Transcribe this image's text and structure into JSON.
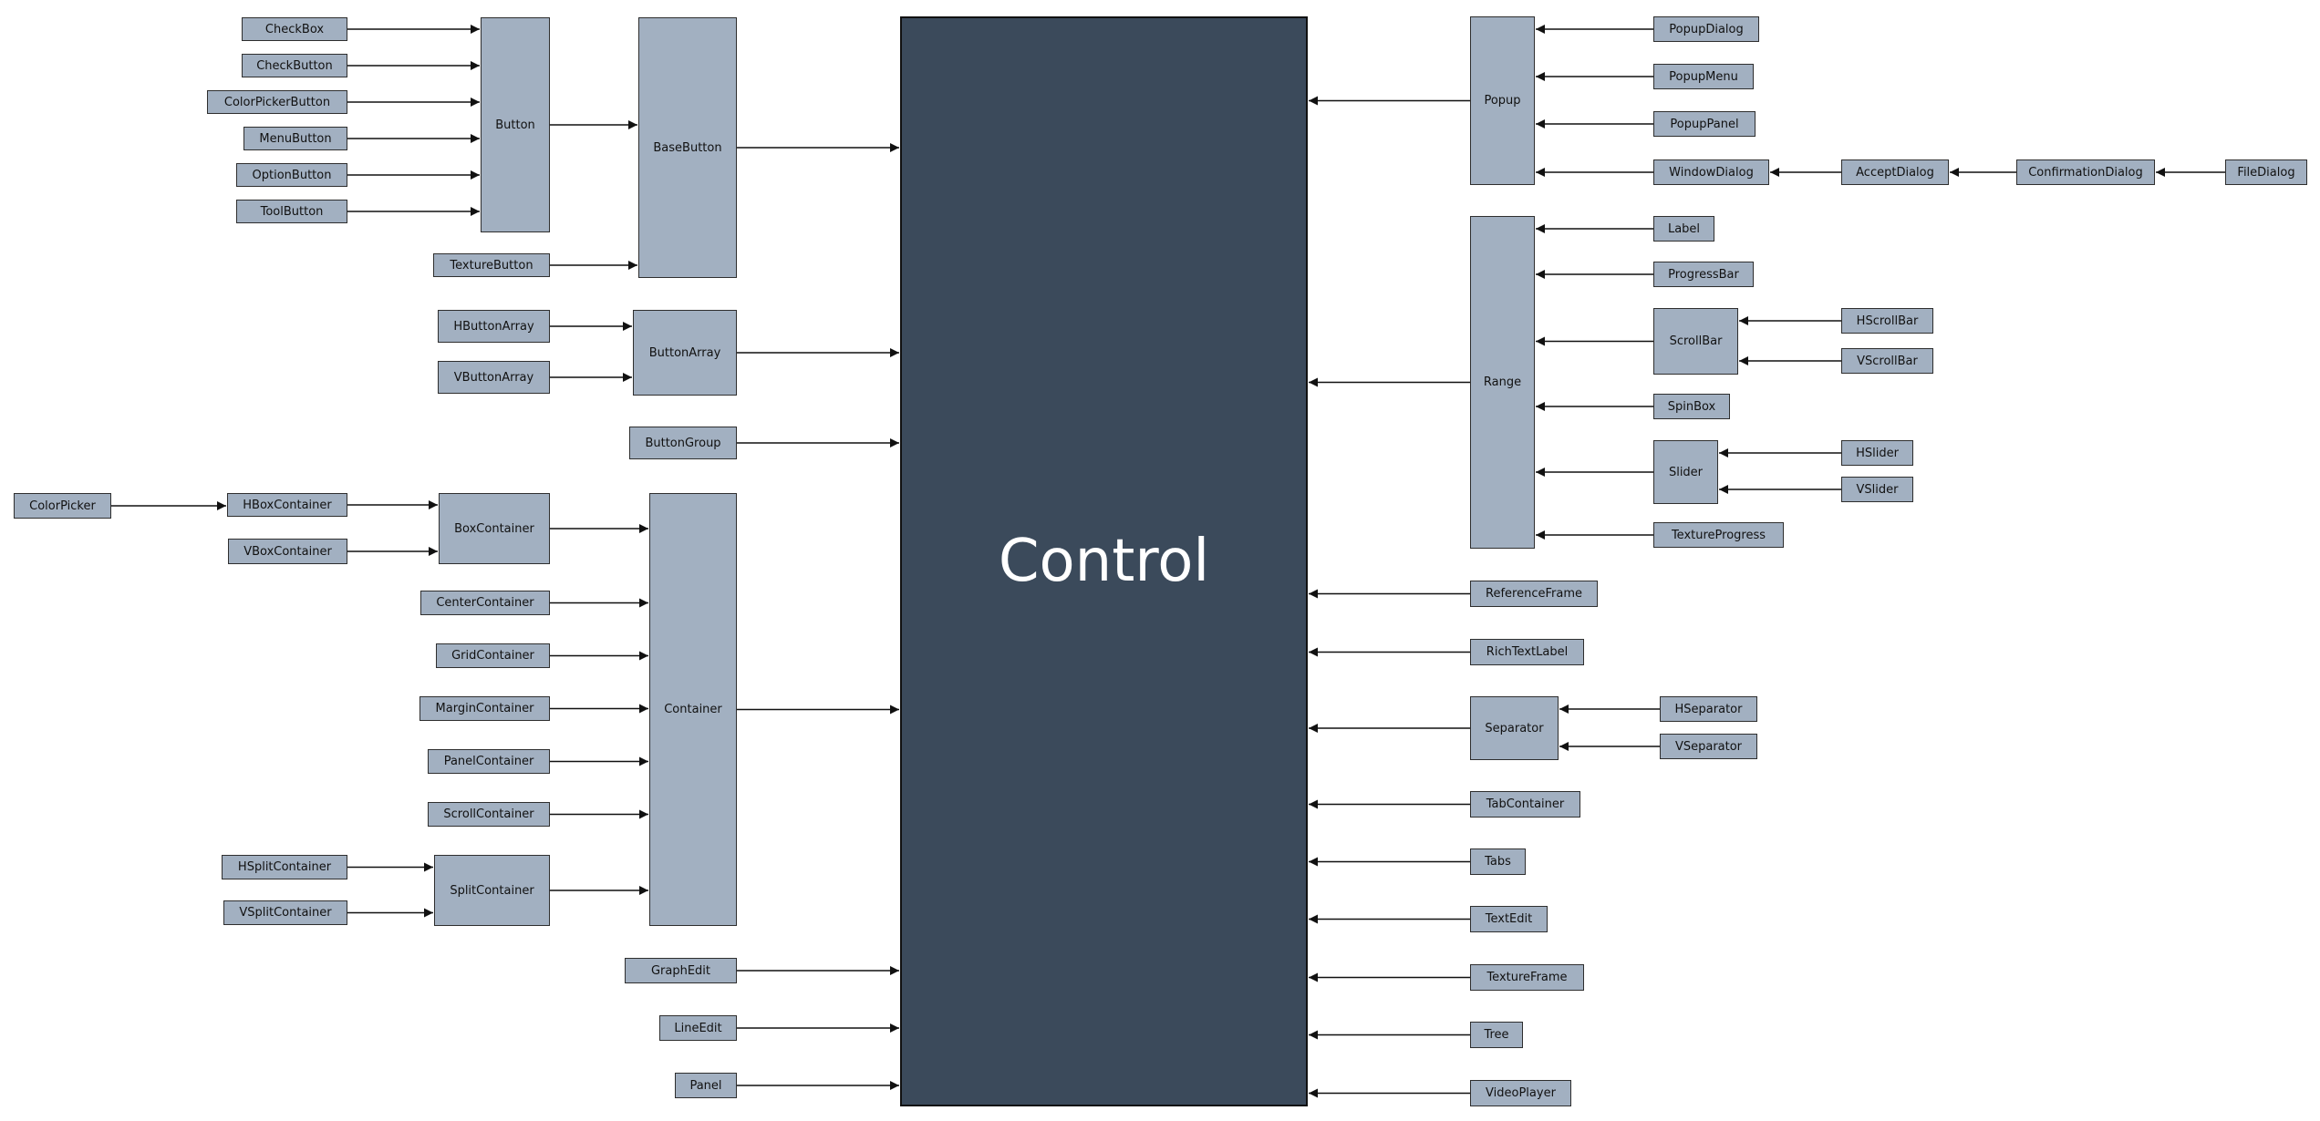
{
  "colors": {
    "node_fill": "#a2b0c1",
    "root_fill": "#3b4a5b",
    "root_text": "#ffffff",
    "edge": "#111111"
  },
  "nodes": {
    "Control": "Control",
    "CheckBox": "CheckBox",
    "CheckButton": "CheckButton",
    "ColorPickerButton": "ColorPickerButton",
    "MenuButton": "MenuButton",
    "OptionButton": "OptionButton",
    "ToolButton": "ToolButton",
    "Button": "Button",
    "BaseButton": "BaseButton",
    "TextureButton": "TextureButton",
    "HButtonArray": "HButtonArray",
    "VButtonArray": "VButtonArray",
    "ButtonArray": "ButtonArray",
    "ButtonGroup": "ButtonGroup",
    "ColorPicker": "ColorPicker",
    "HBoxContainer": "HBoxContainer",
    "VBoxContainer": "VBoxContainer",
    "BoxContainer": "BoxContainer",
    "CenterContainer": "CenterContainer",
    "GridContainer": "GridContainer",
    "MarginContainer": "MarginContainer",
    "PanelContainer": "PanelContainer",
    "ScrollContainer": "ScrollContainer",
    "HSplitContainer": "HSplitContainer",
    "VSplitContainer": "VSplitContainer",
    "SplitContainer": "SplitContainer",
    "Container": "Container",
    "GraphEdit": "GraphEdit",
    "LineEdit": "LineEdit",
    "Panel": "Panel",
    "Popup": "Popup",
    "PopupDialog": "PopupDialog",
    "PopupMenu": "PopupMenu",
    "PopupPanel": "PopupPanel",
    "WindowDialog": "WindowDialog",
    "AcceptDialog": "AcceptDialog",
    "ConfirmationDialog": "ConfirmationDialog",
    "FileDialog": "FileDialog",
    "Range": "Range",
    "Label": "Label",
    "ProgressBar": "ProgressBar",
    "ScrollBar": "ScrollBar",
    "HScrollBar": "HScrollBar",
    "VScrollBar": "VScrollBar",
    "SpinBox": "SpinBox",
    "Slider": "Slider",
    "HSlider": "HSlider",
    "VSlider": "VSlider",
    "TextureProgress": "TextureProgress",
    "ReferenceFrame": "ReferenceFrame",
    "RichTextLabel": "RichTextLabel",
    "Separator": "Separator",
    "HSeparator": "HSeparator",
    "VSeparator": "VSeparator",
    "TabContainer": "TabContainer",
    "Tabs": "Tabs",
    "TextEdit": "TextEdit",
    "TextureFrame": "TextureFrame",
    "Tree": "Tree",
    "VideoPlayer": "VideoPlayer"
  },
  "edges": [
    [
      "CheckBox",
      "Button"
    ],
    [
      "CheckButton",
      "Button"
    ],
    [
      "ColorPickerButton",
      "Button"
    ],
    [
      "MenuButton",
      "Button"
    ],
    [
      "OptionButton",
      "Button"
    ],
    [
      "ToolButton",
      "Button"
    ],
    [
      "Button",
      "BaseButton"
    ],
    [
      "TextureButton",
      "BaseButton"
    ],
    [
      "BaseButton",
      "Control"
    ],
    [
      "HButtonArray",
      "ButtonArray"
    ],
    [
      "VButtonArray",
      "ButtonArray"
    ],
    [
      "ButtonArray",
      "Control"
    ],
    [
      "ButtonGroup",
      "Control"
    ],
    [
      "ColorPicker",
      "HBoxContainer"
    ],
    [
      "HBoxContainer",
      "BoxContainer"
    ],
    [
      "VBoxContainer",
      "BoxContainer"
    ],
    [
      "BoxContainer",
      "Container"
    ],
    [
      "CenterContainer",
      "Container"
    ],
    [
      "GridContainer",
      "Container"
    ],
    [
      "MarginContainer",
      "Container"
    ],
    [
      "PanelContainer",
      "Container"
    ],
    [
      "ScrollContainer",
      "Container"
    ],
    [
      "HSplitContainer",
      "SplitContainer"
    ],
    [
      "VSplitContainer",
      "SplitContainer"
    ],
    [
      "SplitContainer",
      "Container"
    ],
    [
      "Container",
      "Control"
    ],
    [
      "GraphEdit",
      "Control"
    ],
    [
      "LineEdit",
      "Control"
    ],
    [
      "Panel",
      "Control"
    ],
    [
      "PopupDialog",
      "Popup"
    ],
    [
      "PopupMenu",
      "Popup"
    ],
    [
      "PopupPanel",
      "Popup"
    ],
    [
      "WindowDialog",
      "Popup"
    ],
    [
      "AcceptDialog",
      "WindowDialog"
    ],
    [
      "ConfirmationDialog",
      "AcceptDialog"
    ],
    [
      "FileDialog",
      "ConfirmationDialog"
    ],
    [
      "Popup",
      "Control"
    ],
    [
      "Label",
      "Range"
    ],
    [
      "ProgressBar",
      "Range"
    ],
    [
      "ScrollBar",
      "Range"
    ],
    [
      "HScrollBar",
      "ScrollBar"
    ],
    [
      "VScrollBar",
      "ScrollBar"
    ],
    [
      "SpinBox",
      "Range"
    ],
    [
      "Slider",
      "Range"
    ],
    [
      "HSlider",
      "Slider"
    ],
    [
      "VSlider",
      "Slider"
    ],
    [
      "TextureProgress",
      "Range"
    ],
    [
      "Range",
      "Control"
    ],
    [
      "ReferenceFrame",
      "Control"
    ],
    [
      "RichTextLabel",
      "Control"
    ],
    [
      "HSeparator",
      "Separator"
    ],
    [
      "VSeparator",
      "Separator"
    ],
    [
      "Separator",
      "Control"
    ],
    [
      "TabContainer",
      "Control"
    ],
    [
      "Tabs",
      "Control"
    ],
    [
      "TextEdit",
      "Control"
    ],
    [
      "TextureFrame",
      "Control"
    ],
    [
      "Tree",
      "Control"
    ],
    [
      "VideoPlayer",
      "Control"
    ]
  ]
}
